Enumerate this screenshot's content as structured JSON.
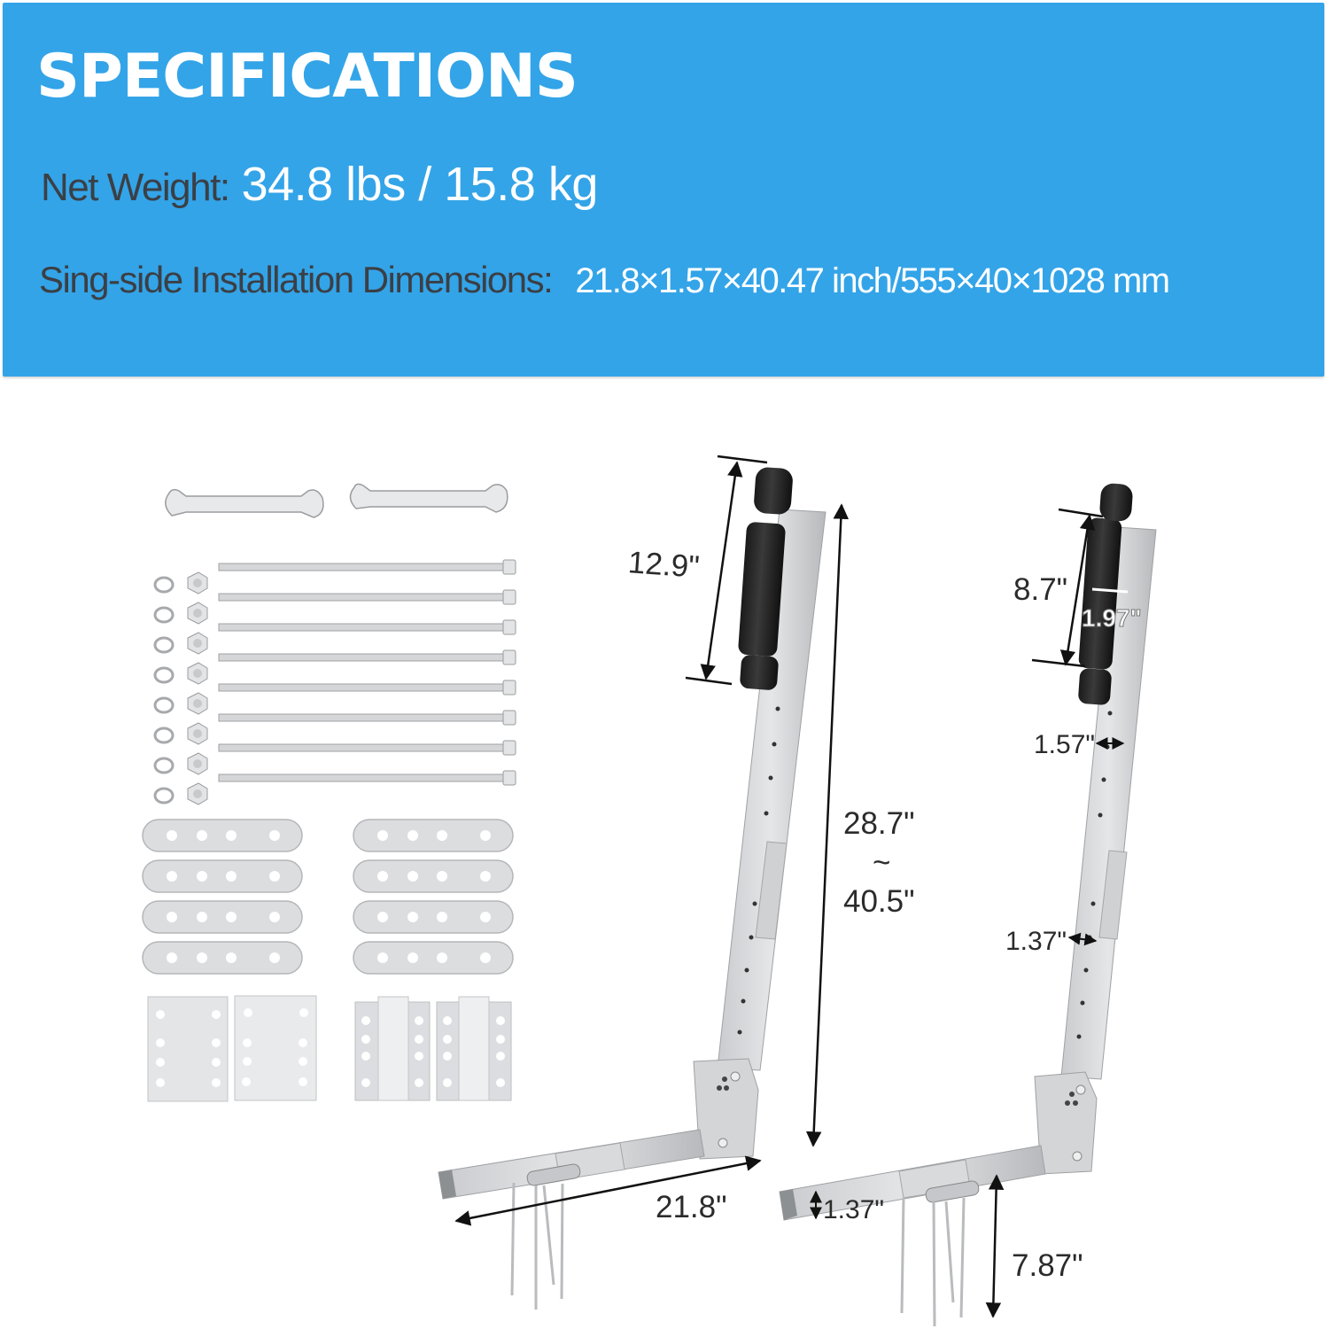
{
  "header": {
    "title": "SPECIFICATIONS",
    "banner_color": "#33a4e8",
    "specs": [
      {
        "label": "Net Weight:",
        "value": "34.8 lbs / 15.8 kg"
      },
      {
        "label": "Sing-side Installation Dimensions:",
        "value": "21.8×1.57×40.47 inch/555×40×1028 mm"
      }
    ]
  },
  "hardware_kit": {
    "wrenches": 2,
    "bolts": 8,
    "nuts": 8,
    "washers": 8,
    "rounded_strap_plates": 8,
    "flat_mount_plates": 2,
    "channel_brackets": 2
  },
  "dimensions": {
    "left_bracket": {
      "roller_length": "12.9\"",
      "height_min": "28.7\"",
      "height_sep": "~",
      "height_max": "40.5\"",
      "base_length": "21.8\""
    },
    "right_bracket": {
      "roller_section": "8.7\"",
      "roller_diameter": "1.97\"",
      "upper_tube_width": "1.57\"",
      "lower_tube_width": "1.37\"",
      "base_tube_height": "1.37\"",
      "rod_length": "7.87\""
    }
  }
}
